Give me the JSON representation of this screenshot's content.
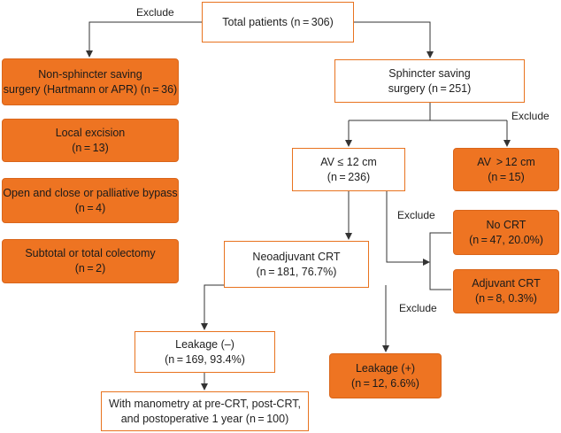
{
  "boxes": {
    "total": {
      "l1": "Total patients (n = 306)"
    },
    "non_sphincter": {
      "l1": "Non-sphincter saving",
      "l2": "surgery (Hartmann or APR) (n = 36)"
    },
    "local_excision": {
      "l1": "Local excision",
      "l2": "(n = 13)"
    },
    "open_close": {
      "l1": "Open and close or palliative bypass",
      "l2": "(n = 4)"
    },
    "colectomy": {
      "l1": "Subtotal or total colectomy",
      "l2": "(n = 2)"
    },
    "sphincter": {
      "l1": "Sphincter saving",
      "l2": "surgery (n = 251)"
    },
    "av_le12": {
      "l1": "AV ≤ 12 cm",
      "l2": "(n = 236)"
    },
    "av_gt12": {
      "l1": "AV  > 12 cm",
      "l2": "(n = 15)"
    },
    "no_crt": {
      "l1": "No CRT",
      "l2": "(n = 47, 20.0%)"
    },
    "adjuvant": {
      "l1": "Adjuvant CRT",
      "l2": "(n = 8, 0.3%)"
    },
    "neoadjuvant": {
      "l1": "Neoadjuvant CRT",
      "l2": "(n = 181, 76.7%)"
    },
    "leak_neg": {
      "l1": "Leakage (–)",
      "l2": "(n = 169, 93.4%)"
    },
    "leak_pos": {
      "l1": "Leakage (+)",
      "l2": "(n = 12, 6.6%)"
    },
    "manometry": {
      "l1": "With manometry at pre-CRT, post-CRT,",
      "l2": "and postoperative 1 year (n = 100)"
    }
  },
  "labels": {
    "exclude_1": "Exclude",
    "exclude_2": "Exclude",
    "exclude_3": "Exclude",
    "exclude_4": "Exclude"
  },
  "colors": {
    "accent": "#ee7422",
    "border": "#e8731f",
    "line": "#333333"
  }
}
